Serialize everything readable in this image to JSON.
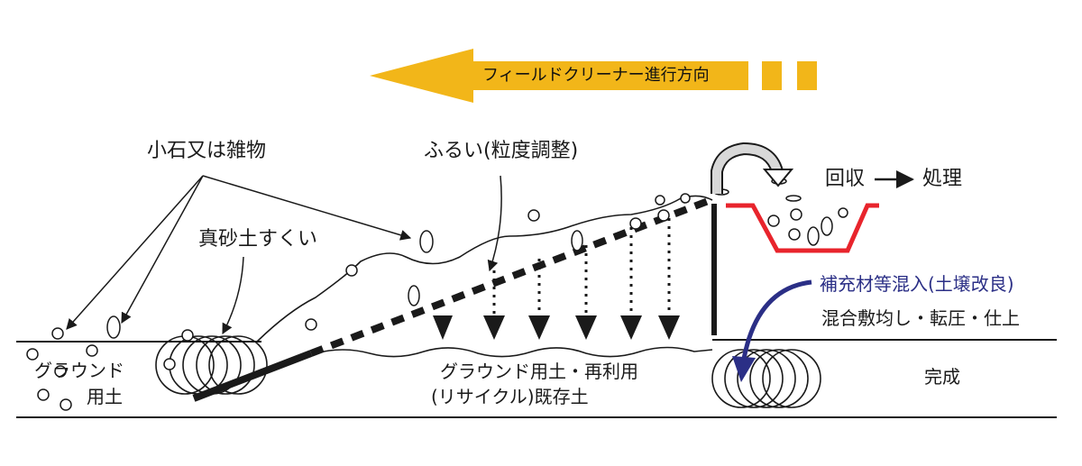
{
  "direction": {
    "label": "フィールドクリーナー進行方向",
    "arrow_color": "#f2b619"
  },
  "labels": {
    "small_stones": "小石又は雑物",
    "sieve": "ふるい(粒度調整)",
    "collect": "回収",
    "dispose": "処理",
    "surface_scoop": "真砂土すくい",
    "refill_mix": "補充材等混入(土壌改良)",
    "mix_finish": "混合敷均し・転圧・仕上",
    "ground_soil_line1": "グラウンド",
    "ground_soil_line2": "用土",
    "reuse_line1": "グラウンド用土・再利用",
    "reuse_line2": "(リサイクル)既存土",
    "complete": "完成"
  },
  "colors": {
    "hopper": "#e8242c",
    "refill_arrow": "#2b2f86",
    "line": "#1a1a1a"
  }
}
